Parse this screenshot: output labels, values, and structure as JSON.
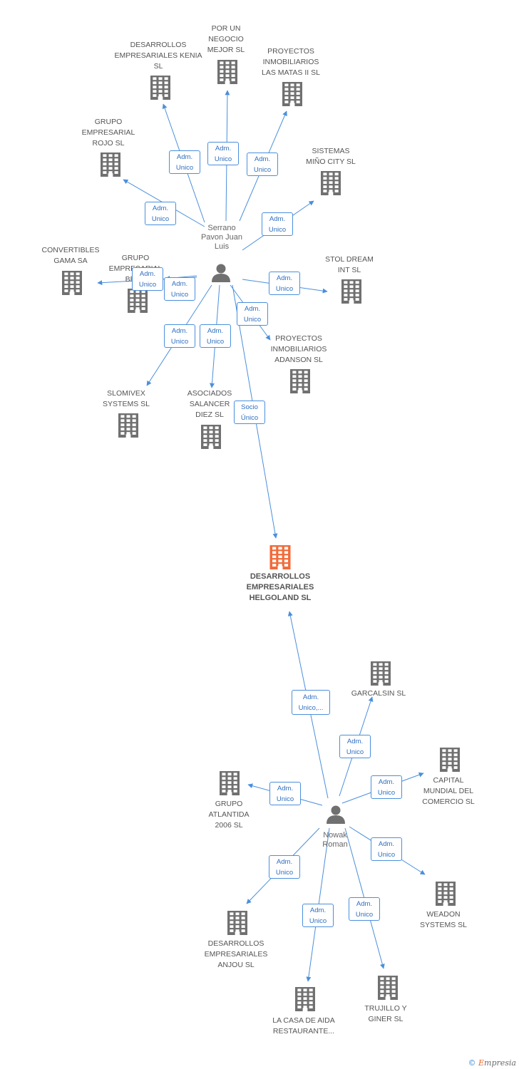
{
  "colors": {
    "edge": "#4a8fdc",
    "building": "#707070",
    "focus_building": "#f26b3a",
    "person": "#707070"
  },
  "nodes": {
    "kenia": "DESARROLLOS EMPRESARIALES KENIA SL",
    "porun": "POR UN NEGOCIO MEJOR SL",
    "matas": "PROYECTOS INMOBILIARIOS LAS MATAS II SL",
    "rojo": "GRUPO EMPRESARIAL ROJO SL",
    "mino": "SISTEMAS MIÑO CITY SL",
    "convertibles": "CONVERTIBLES GAMA SA",
    "grupoemp": "GRUPO EMPRESARIAL BRY...",
    "stol": "STOL DREAM INT SL",
    "adanson": "PROYECTOS INMOBILIARIOS ADANSON SL",
    "slomivex": "SLOMIVEX SYSTEMS SL",
    "salancer": "ASOCIADOS SALANCER DIEZ SL",
    "helgoland": "DESARROLLOS EMPRESARIALES HELGOLAND SL",
    "garcalsin": "GARCALSIN SL",
    "capital": "CAPITAL MUNDIAL DEL COMERCIO SL",
    "atlantida": "GRUPO ATLANTIDA 2006 SL",
    "weadon": "WEADON SYSTEMS SL",
    "anjou": "DESARROLLOS EMPRESARIALES ANJOU SL",
    "lacasa": "LA CASA DE AIDA RESTAURANTE...",
    "trujillo": "TRUJILLO Y GINER SL"
  },
  "persons": {
    "serrano": "Serrano Pavon Juan Luis",
    "nowak": "Nowak Roman"
  },
  "relations": {
    "adm_unico": "Adm. Unico",
    "socio_unico": "Socio Único",
    "adm_unico_more": "Adm. Unico,..."
  },
  "brand": {
    "copyright": "©",
    "name_initial": "E",
    "name_rest": "mpresia"
  }
}
